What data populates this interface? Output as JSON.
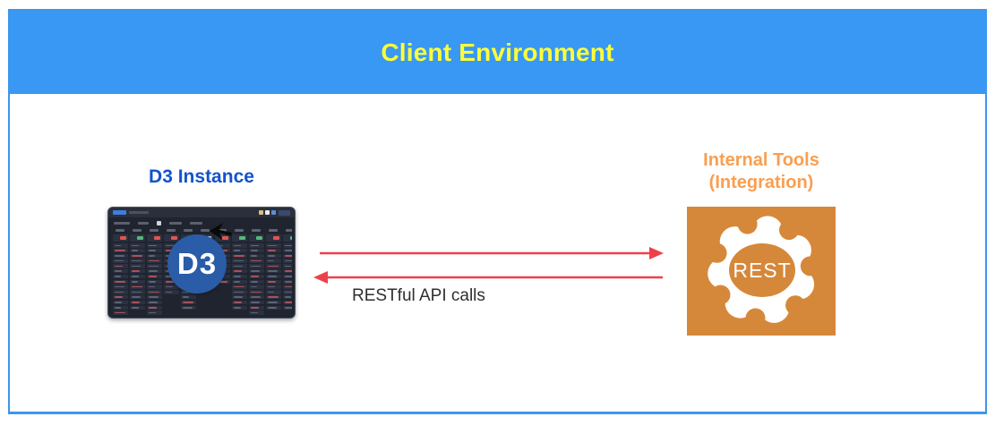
{
  "header": {
    "title": "Client Environment",
    "bg_color": "#3898f3",
    "title_color": "#fdfd38",
    "border_color": "#3b97ef"
  },
  "left_node": {
    "label": "D3 Instance",
    "label_color": "#1353cb",
    "logo_text": "D3",
    "logo_bg": "#2a5ca8",
    "screenshot": "d3-dashboard-kanban-screenshot"
  },
  "right_node": {
    "label_line1": "Internal Tools",
    "label_line2": "(Integration)",
    "label_color": "#f99e50",
    "icon": "rest-gear-icon",
    "icon_text": "REST",
    "icon_bg": "#d6883a"
  },
  "connection": {
    "label": "RESTful API calls",
    "label_color": "#2f2f2f",
    "arrow_color": "#ef404a",
    "direction": "bidirectional"
  },
  "dashboard": {
    "bg": "#20242f",
    "badge_red": "#e25650",
    "badge_green": "#57b879",
    "badge_gray": "#cfd4dd",
    "line_gray": "#5b6375",
    "line_red": "#a8525c",
    "columns": [
      {
        "badge": "#e25650",
        "rows": 15
      },
      {
        "badge": "#57b879",
        "rows": 13
      },
      {
        "badge": "#e25650",
        "rows": 15
      },
      {
        "badge": "#e25650",
        "rows": 10
      },
      {
        "badge": "#e25650",
        "rows": 13
      },
      {
        "badge": "#cfd4dd",
        "rows": 9
      },
      {
        "badge": "#e25650",
        "rows": 8
      },
      {
        "badge": "#57b879",
        "rows": 13
      },
      {
        "badge": "#57b879",
        "rows": 14
      },
      {
        "badge": "#e25650",
        "rows": 13
      },
      {
        "badge": "#57b879",
        "rows": 13
      }
    ]
  }
}
